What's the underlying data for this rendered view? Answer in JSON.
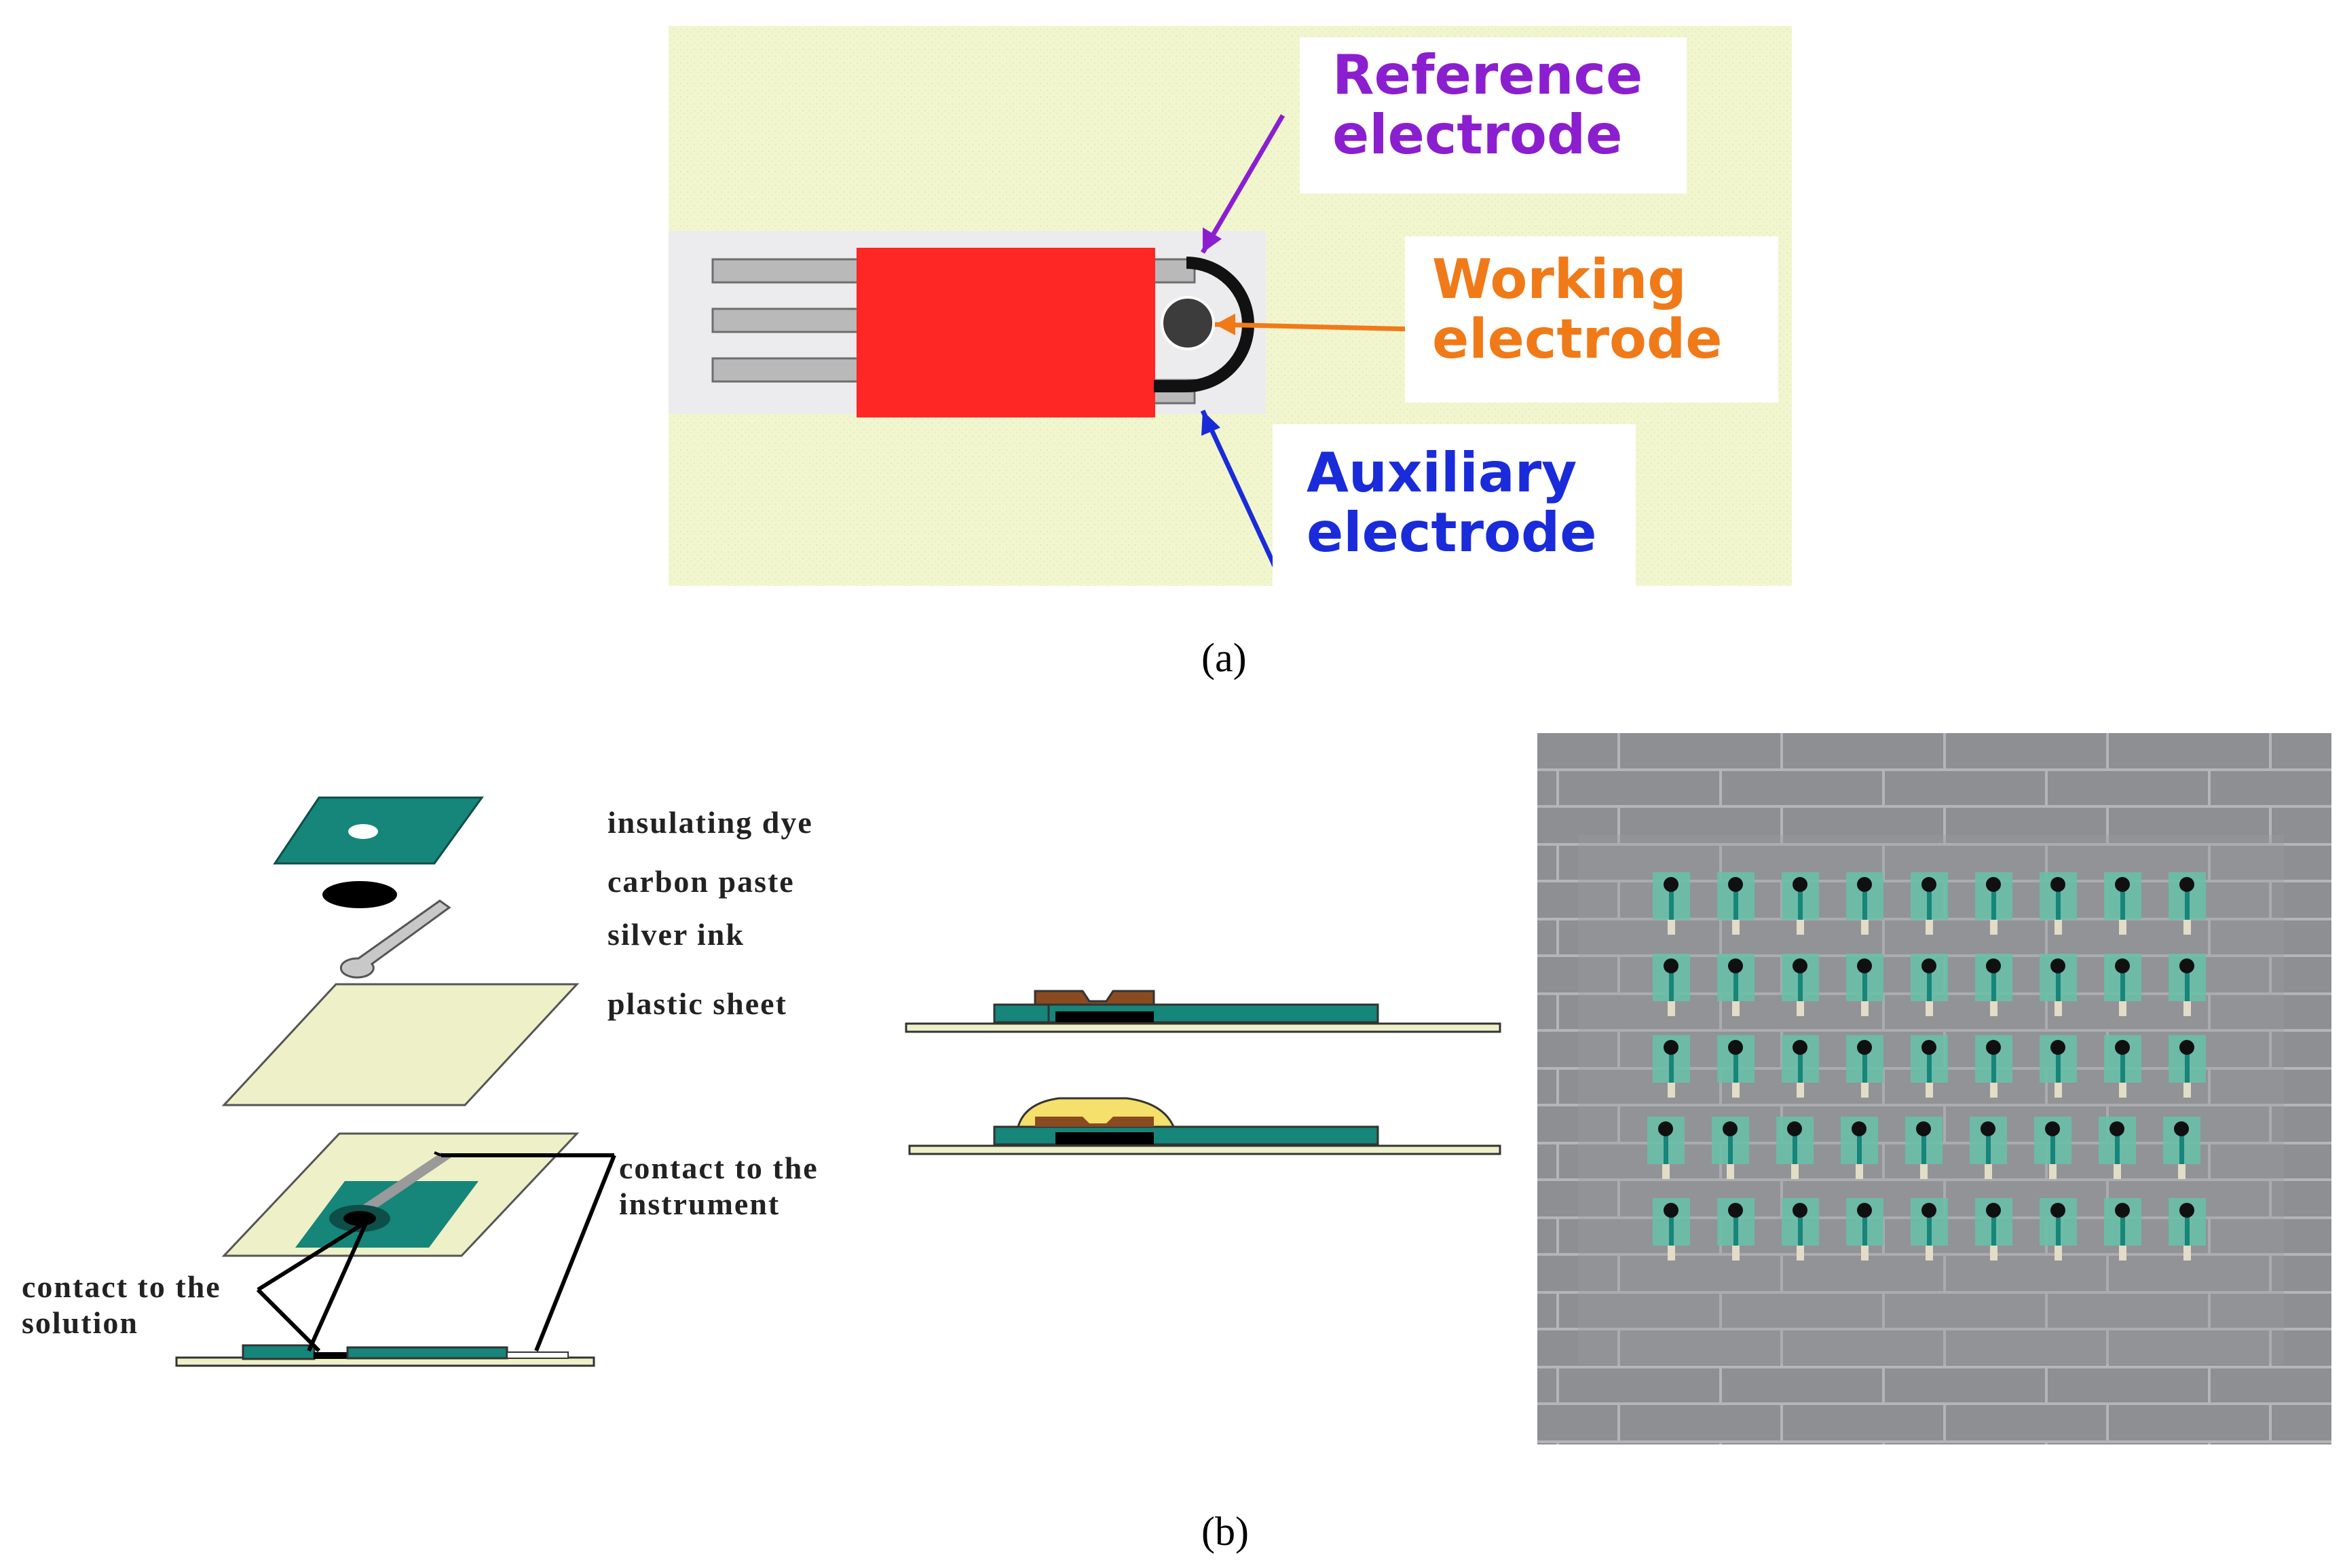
{
  "panel_a": {
    "caption": "(a)",
    "labels": {
      "reference": "Reference electrode",
      "working": "Working electrode",
      "auxiliary": "Auxiliary electrode"
    },
    "colors": {
      "background": "#f2f6cf",
      "pad": "#ff2626",
      "reference_text": "#8b1fcf",
      "working_text": "#f07a18",
      "auxiliary_text": "#1a2bd9"
    }
  },
  "panel_b": {
    "caption": "(b)",
    "layers": [
      "insulating dye",
      "carbon paste",
      "silver ink",
      "plastic sheet"
    ],
    "contact_instrument": "contact to the instrument",
    "contact_solution": "contact to the solution",
    "colors": {
      "teal": "#16857a",
      "sheet": "#eef0c8",
      "brown": "#8a4b21",
      "yellow": "#f4e06a"
    }
  }
}
